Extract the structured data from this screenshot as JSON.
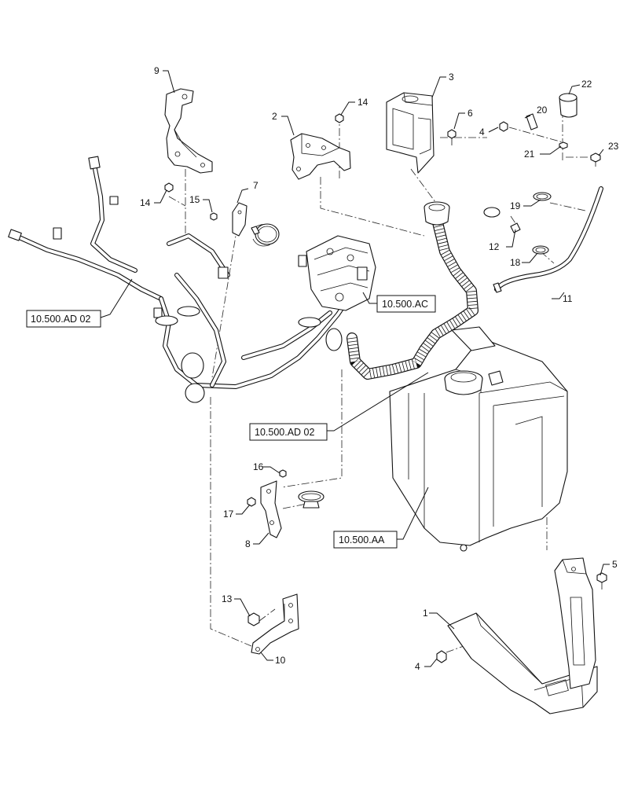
{
  "callouts": {
    "c1": "1",
    "c2": "2",
    "c3": "3",
    "c4a": "4",
    "c4b": "4",
    "c5": "5",
    "c6": "6",
    "c7": "7",
    "c8": "8",
    "c9": "9",
    "c10": "10",
    "c11": "11",
    "c12": "12",
    "c13": "13",
    "c14a": "14",
    "c14b": "14",
    "c15": "15",
    "c16": "16",
    "c17": "17",
    "c18": "18",
    "c19": "19",
    "c20": "20",
    "c21": "21",
    "c22": "22",
    "c23": "23"
  },
  "references": {
    "ad02_left": "10.500.AD 02",
    "ac": "10.500.AC",
    "ad02_center": "10.500.AD 02",
    "aa": "10.500.AA"
  }
}
